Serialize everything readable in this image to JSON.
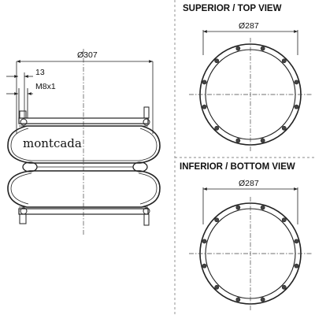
{
  "drawing": {
    "brand": "montcada",
    "side_view": {
      "overall_diameter": "Ø307",
      "offset_dim": "13",
      "thread": "M8x1"
    },
    "top_view": {
      "title": "SUPERIOR / TOP VIEW",
      "diameter": "Ø287",
      "bolt_count": 12
    },
    "bottom_view": {
      "title": "INFERIOR / BOTTOM VIEW",
      "diameter": "Ø287",
      "bolt_count": 12
    },
    "line_color": "#222222"
  }
}
